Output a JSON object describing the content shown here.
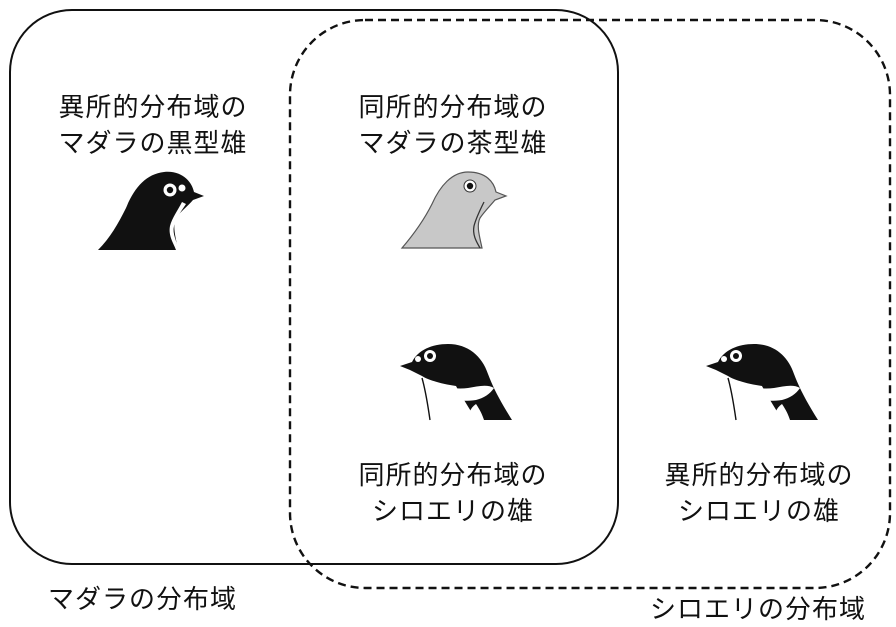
{
  "regions": {
    "madara": {
      "label": "マダラの分布域",
      "border": "solid"
    },
    "shiroeri": {
      "label": "シロエリの分布域",
      "border": "dashed"
    }
  },
  "groups": [
    {
      "id": "allopatric-madara-black",
      "line1": "異所的分布域の",
      "line2": "マダラの黒型雄",
      "bird": "black-morph-pied-flycatcher-icon"
    },
    {
      "id": "sympatric-madara-brown",
      "line1": "同所的分布域の",
      "line2": "マダラの茶型雄",
      "bird": "brown-morph-pied-flycatcher-icon"
    },
    {
      "id": "sympatric-shiroeri",
      "line1": "同所的分布域の",
      "line2": "シロエリの雄",
      "bird": "collared-flycatcher-icon"
    },
    {
      "id": "allopatric-shiroeri",
      "line1": "異所的分布域の",
      "line2": "シロエリの雄",
      "bird": "collared-flycatcher-icon"
    }
  ],
  "colors": {
    "ink": "#111111",
    "brown_morph": "#c8c8c8"
  }
}
